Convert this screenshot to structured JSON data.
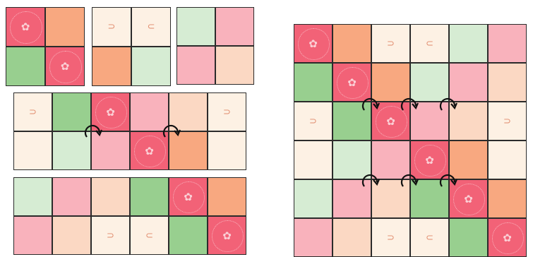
{
  "palette": {
    "red": "#f26277",
    "salmon": "#f8a880",
    "cream": "#fdf1e4",
    "mint": "#d6ecd3",
    "green": "#98cf8f",
    "pink": "#f9b2bc",
    "peach": "#fbd8c3"
  },
  "glyphs": {
    "open_arrow_left": "⊃",
    "open_arrow_right": "⊂"
  },
  "rotation_marker_icon": "clockwise-rotation-arrow-icon",
  "tile_sets": {
    "block_a": [
      [
        "red",
        "salmon"
      ],
      [
        "green",
        "red"
      ]
    ],
    "block_b": [
      [
        "cream",
        "cream"
      ],
      [
        "salmon",
        "mint"
      ]
    ],
    "block_c": [
      [
        "mint",
        "pink"
      ],
      [
        "pink",
        "peach"
      ]
    ],
    "strip_middle": [
      [
        "cream",
        "green",
        "red",
        "pink",
        "peach",
        "cream"
      ],
      [
        "cream",
        "mint",
        "pink",
        "red",
        "salmon",
        "cream"
      ]
    ],
    "strip_bottom": [
      [
        "mint",
        "pink",
        "peach",
        "green",
        "red",
        "salmon"
      ],
      [
        "pink",
        "peach",
        "cream",
        "cream",
        "green",
        "red"
      ]
    ],
    "big_grid": [
      [
        "red",
        "salmon",
        "cream",
        "cream",
        "mint",
        "pink"
      ],
      [
        "green",
        "red",
        "salmon",
        "mint",
        "pink",
        "peach"
      ],
      [
        "cream",
        "green",
        "red",
        "pink",
        "peach",
        "cream"
      ],
      [
        "cream",
        "mint",
        "pink",
        "red",
        "salmon",
        "cream"
      ],
      [
        "mint",
        "pink",
        "peach",
        "green",
        "red",
        "salmon"
      ],
      [
        "pink",
        "peach",
        "cream",
        "cream",
        "green",
        "red"
      ]
    ]
  }
}
